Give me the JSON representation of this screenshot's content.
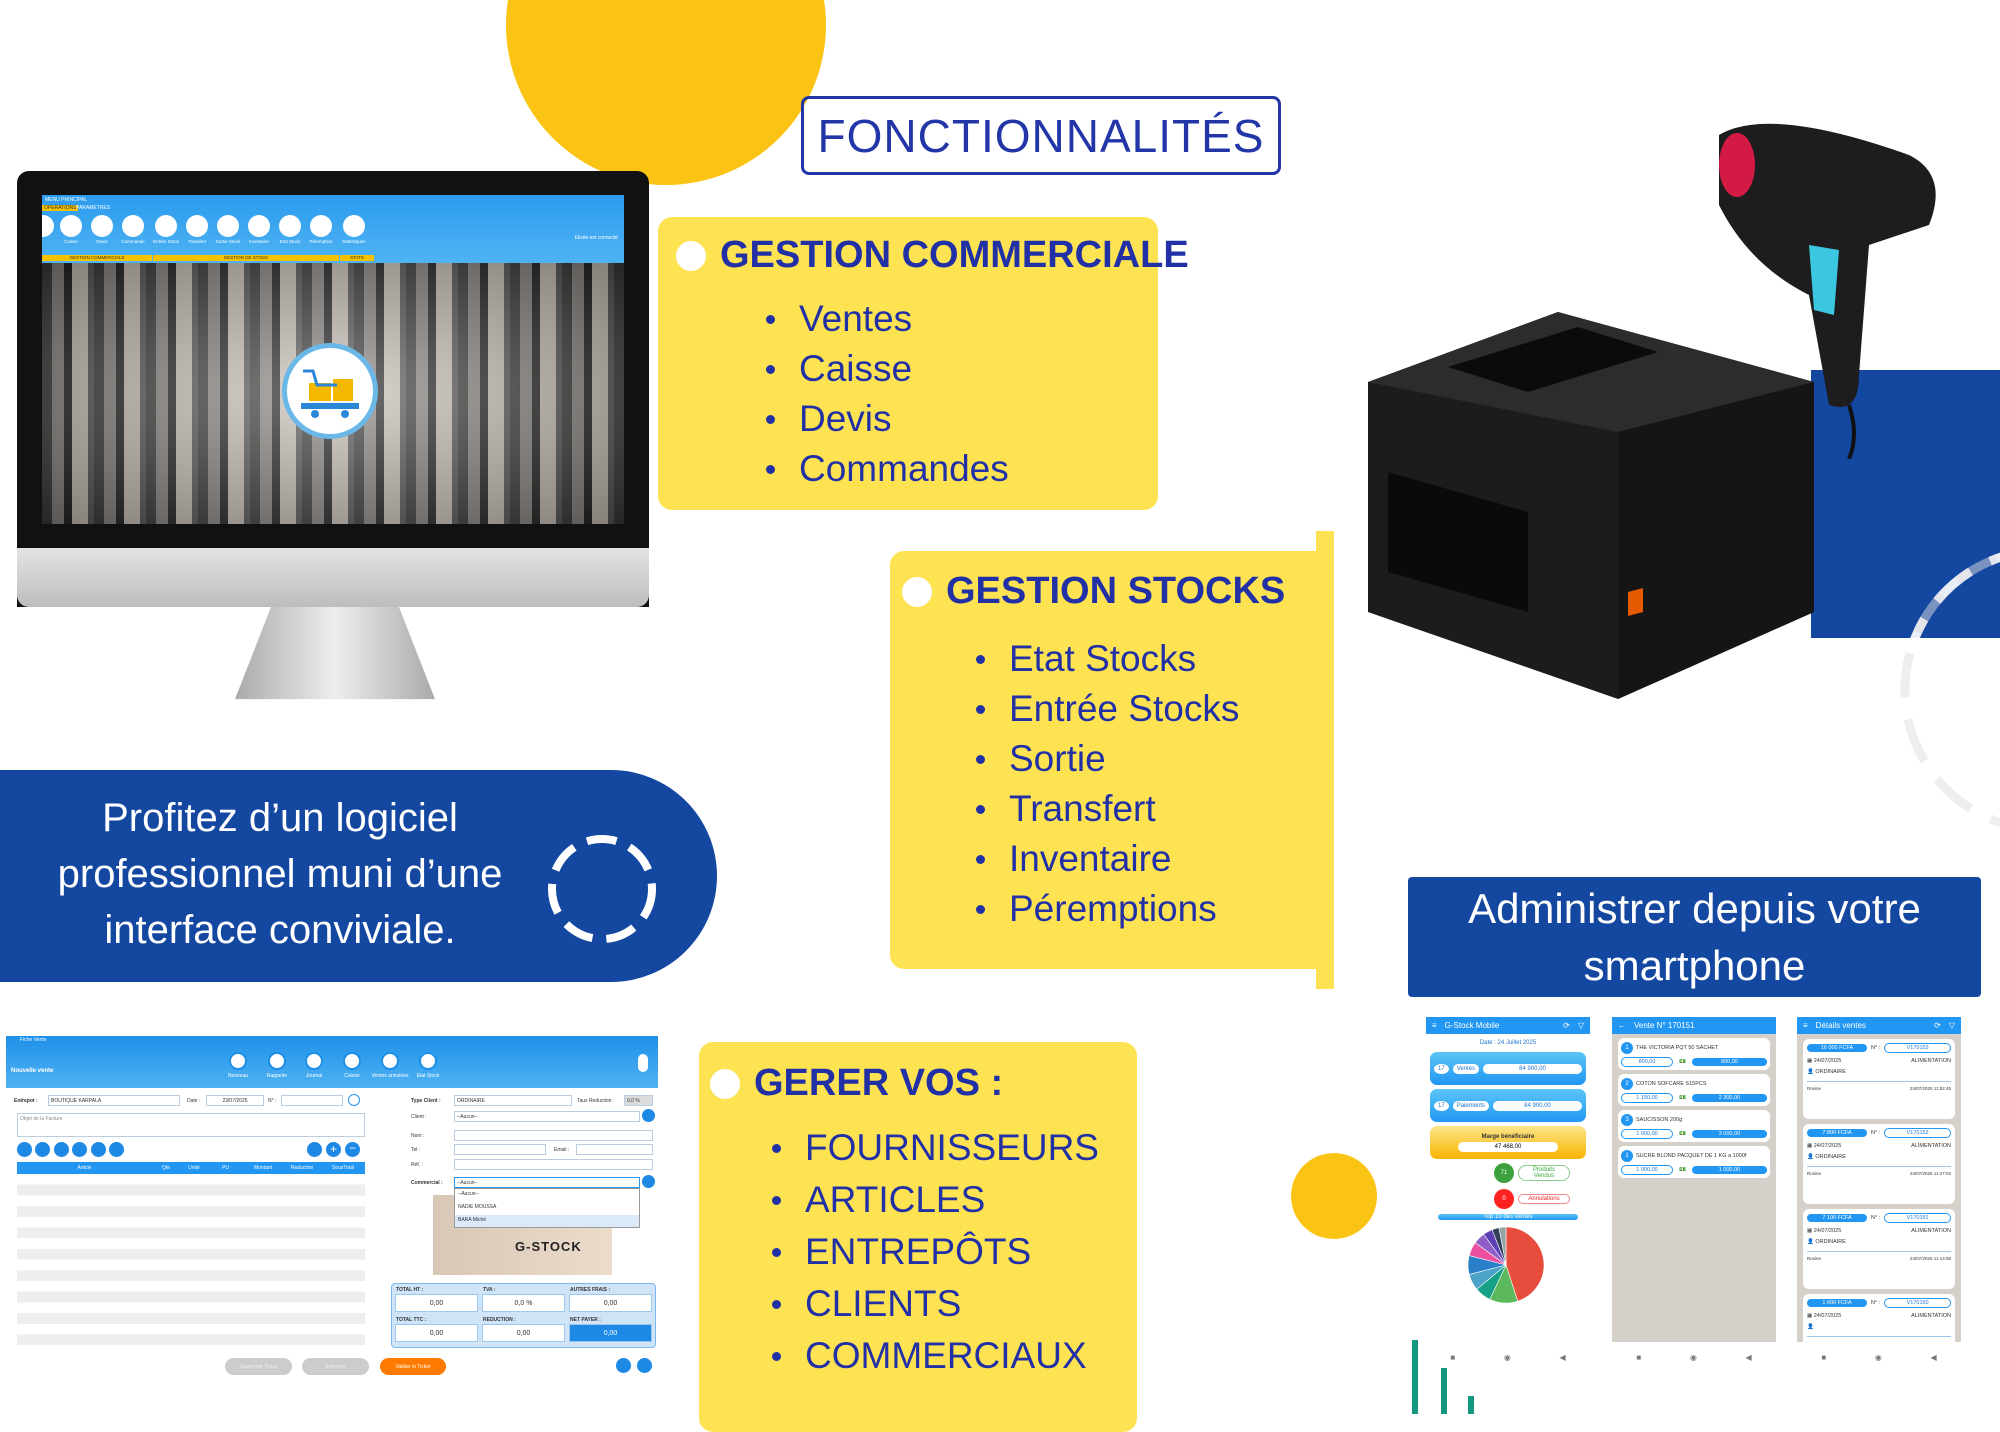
{
  "title": "FONCTIONNALITÉS",
  "colors": {
    "yellow_box": "#fde352",
    "yellow_circle": "#fbc414",
    "brand_blue": "#1447a0",
    "text_blue": "#2230a6",
    "app_blue": "#2196f3",
    "accent_orange": "#ff7a00"
  },
  "gestion_commerciale": {
    "title": "GESTION COMMERCIALE",
    "items": [
      "Ventes",
      "Caisse",
      "Devis",
      "Commandes"
    ]
  },
  "gestion_stocks": {
    "title": "GESTION STOCKS",
    "items": [
      "Etat Stocks",
      "Entrée Stocks",
      "Sortie",
      "Transfert",
      "Inventaire",
      "Péremptions"
    ]
  },
  "gerer_vos": {
    "title": "GERER VOS :",
    "items": [
      "FOURNISSEURS",
      "ARTICLES",
      "ENTREPÔTS",
      "CLIENTS",
      "COMMERCIAUX"
    ]
  },
  "promo": {
    "lines": [
      "Profitez d’un logiciel",
      "professionnel muni d’une",
      "interface conviviale."
    ]
  },
  "admin": {
    "lines": [
      "Administrer depuis votre",
      "smartphone"
    ]
  },
  "desktop_app": {
    "window_title": "MENU PRINCIPAL",
    "tabs": [
      "OPERATIONS",
      "PARAMETRES"
    ],
    "tools": [
      "Caisse",
      "Devis",
      "Commande",
      "Entrée Stock",
      "Transfert",
      "Sortie Stock",
      "Inventaire",
      "Etat Stock",
      "Péremption",
      "Statistiques"
    ],
    "groups": [
      "GESTION COMMERCIALE",
      "GESTION DE STOCK",
      "STATS"
    ],
    "user_status": "Elisée est connecté"
  },
  "sale_form": {
    "window_title": "Fiche Vente",
    "heading": "Nouvelle vente",
    "toolbar": [
      "Nouveau",
      "Rappeler",
      "Journal",
      "Caisse",
      "Ventes annulées",
      "Etat Stock"
    ],
    "entrepot_label": "Entrepot :",
    "entrepot_value": "BOUTIQUE KARPALA",
    "date_label": "Date :",
    "date_value": "23/07/2025",
    "num_label": "N° :",
    "objet_placeholder": "Objet de la Facture",
    "columns": [
      "Article",
      "Qte",
      "Unité",
      "PU",
      "Montant",
      "Reduction",
      "SousTotal"
    ],
    "type_client_label": "Type Client :",
    "type_client_value": "ORDINAIRE",
    "taux_label": "Taux Reduction :",
    "taux_value": "0,0 %",
    "client_label": "Client :",
    "client_value": "--Aucun--",
    "nom_label": "Nom :",
    "tel_label": "Tel :",
    "email_label": "Email :",
    "ref_label": "Réf. :",
    "commercial_label": "Commercial :",
    "commercial_value": "--Aucun--",
    "commercial_options": [
      "--Aucun--",
      "NADIE MOUSSA",
      "BARA Miché"
    ],
    "brand_image_text": "G-STOCK",
    "totals": [
      {
        "label": "TOTAL HT :",
        "value": "0,00"
      },
      {
        "label": "TVA :",
        "value": "0,0 %"
      },
      {
        "label": "AUTRES FRAIS :",
        "value": "0,00"
      },
      {
        "label": "TOTAL TTC :",
        "value": "0,00"
      },
      {
        "label": "REDUCTION :",
        "value": "0,00"
      },
      {
        "label": "NET PAYER :",
        "value": "0,00"
      }
    ],
    "buttons": [
      "Supprimer Ticket",
      "Imprimer",
      "Valider le Ticket"
    ]
  },
  "mobile_dashboard": {
    "title": "G-Stock Mobile",
    "date": "Date : 24 Juillet 2025",
    "ventes": {
      "count": "17",
      "label": "Ventes",
      "amount": "84 900,00"
    },
    "paiements": {
      "count": "17",
      "label": "Paiements",
      "amount": "84 900,00"
    },
    "marge_label": "Marge bénéficiaire",
    "marge_value": "47 468,00",
    "produits_count": "71",
    "produits_label": "Produits Vendus",
    "annulations_count": "0",
    "annulations_label": "Annulations",
    "top_label": "Top 10 des ventes",
    "pie": [
      45,
      12,
      7,
      7,
      8,
      6,
      5,
      4,
      3,
      3
    ]
  },
  "mobile_sale": {
    "title": "Vente N° 170151",
    "items": [
      {
        "qty": "1",
        "name": "THE VICTORIA PQT 50 SACHET",
        "pu": "800,00",
        "total": "800,00"
      },
      {
        "qty": "2",
        "name": "COTON SOFCARE S15PCS",
        "pu": "1 150,00",
        "total": "2 300,00"
      },
      {
        "qty": "3",
        "name": "SAUCISSON 200g",
        "pu": "1 000,00",
        "total": "3 000,00"
      },
      {
        "qty": "1",
        "name": "SUCRE BLOND PACQUET DE 1 KG a 1000f",
        "pu": "1 000,00",
        "total": "1 000,00"
      }
    ]
  },
  "mobile_details": {
    "title": "Détails ventes",
    "num_label": "N° :",
    "sales": [
      {
        "amount": "16 000 FCFA",
        "num": "V170153",
        "date": "24/07/2025",
        "category": "ALIMENTATION",
        "client": "ORDINAIRE",
        "user": "Rosine",
        "time": "24/07/2025 11:52:45"
      },
      {
        "amount": "7 800 FCFA",
        "num": "V170152",
        "date": "24/07/2025",
        "category": "ALIMENTATION",
        "client": "ORDINAIRE",
        "user": "Rosine",
        "time": "24/07/2025 11:27:02"
      },
      {
        "amount": "7 100 FCFA",
        "num": "V170151",
        "date": "24/07/2025",
        "category": "ALIMENTATION",
        "client": "ORDINAIRE",
        "user": "Rosine",
        "time": "24/07/2025 11:14:58"
      },
      {
        "amount": "1 600 FCFA",
        "num": "V170150",
        "date": "24/07/2025",
        "category": "ALIMENTATION"
      }
    ]
  }
}
